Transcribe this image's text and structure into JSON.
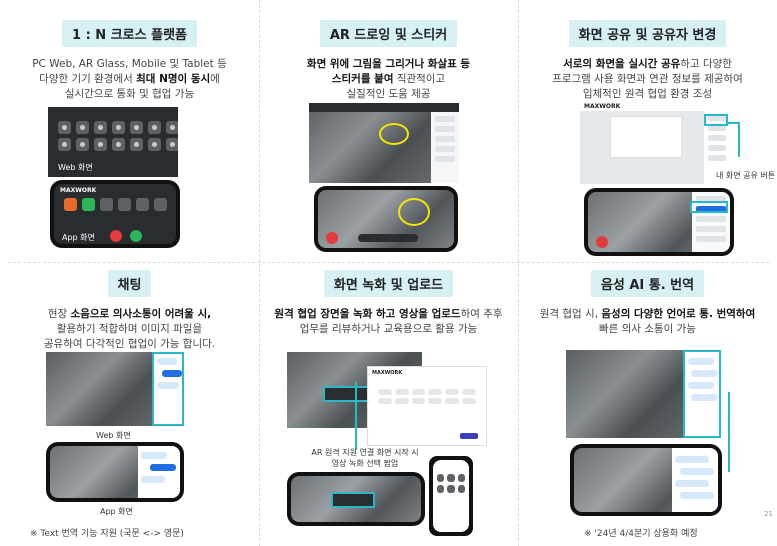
{
  "features": [
    {
      "title": "1 : N 크로스 플랫폼",
      "desc_parts": [
        {
          "text": "PC Web, AR Glass, Mobile 및 Tablet 등",
          "bold": false
        },
        {
          "text": "다양한 기기 환경에서 ",
          "bold": false
        },
        {
          "text": "최대 N명이 동시",
          "bold": true
        },
        {
          "text": "에",
          "bold": false
        },
        {
          "text": "실시간으로 통화 및 협업 가능",
          "bold": false
        }
      ],
      "captions": [
        "Web 화면",
        "App 화면"
      ],
      "brand": "MAXWORK"
    },
    {
      "title": "AR 드로잉 및 스티커",
      "desc_parts": [
        {
          "text": "화면 위에 그림을 그리거나 화살표 등",
          "bold": true
        },
        {
          "text": "스티커를 붙여",
          "bold": true
        },
        {
          "text": " 직관적이고",
          "bold": false
        },
        {
          "text": "실질적인 도움 제공",
          "bold": false
        }
      ]
    },
    {
      "title": "화면 공유 및 공유자 변경",
      "desc_parts": [
        {
          "text": "서로의 화면을 실시간 공유",
          "bold": true
        },
        {
          "text": "하고 다양한",
          "bold": false
        },
        {
          "text": "프로그램 사용 화면과 연관 정보를 제공하여",
          "bold": false
        },
        {
          "text": "입체적인 원격 협업 환경 조성",
          "bold": false
        }
      ],
      "captions": [
        "내 화면 공유 버튼"
      ],
      "brand": "MAXWORK"
    },
    {
      "title": "채팅",
      "desc_parts": [
        {
          "text": "현장 ",
          "bold": false
        },
        {
          "text": "소음으로 의사소통이 어려울 시,",
          "bold": true
        },
        {
          "text": "활용하기 적합하며 이미지 파일을",
          "bold": false
        },
        {
          "text": "공유하여 다각적인 협업이 가능 합니다.",
          "bold": false
        }
      ],
      "captions": [
        "Web 화면",
        "App 화면"
      ],
      "footnote": "※  Text 번역 기능 지원 (국문 <-> 영문)"
    },
    {
      "title": "화면 녹화 및 업로드",
      "desc_parts": [
        {
          "text": "원격 협업 장면을 녹화 하고 영상을 업로드",
          "bold": true
        },
        {
          "text": "하여 추후",
          "bold": false
        },
        {
          "text": "업무를 리뷰하거나 교육용으로 활용 가능",
          "bold": false
        }
      ],
      "captions": [
        "AR 원격 지원 연결 화면 시작 시",
        "영상 녹화 선택 팝업"
      ],
      "brand": "MAXWORK"
    },
    {
      "title": "음성 AI 통. 번역",
      "desc_parts": [
        {
          "text": "원격 협업 시, ",
          "bold": false
        },
        {
          "text": "음성의 다양한 언어로 통. 번역하여",
          "bold": true
        },
        {
          "text": "빠른 의사 소통이 가능",
          "bold": false
        }
      ],
      "footnote": "※ '24년 4/4분기 상용화 예정"
    }
  ],
  "page_number": "21"
}
